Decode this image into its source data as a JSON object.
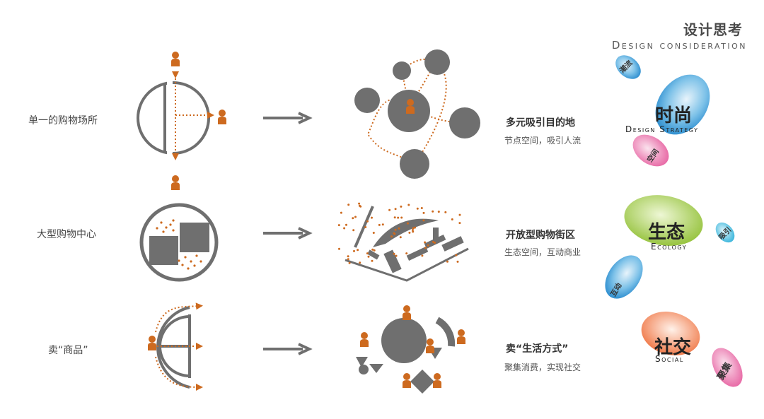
{
  "header": {
    "title_cn": "设计思考",
    "title_en": "Design consideration"
  },
  "rows": [
    {
      "label": "单一的购物场所",
      "desc_title": "多元吸引目的地",
      "desc_sub": "节点空间，吸引人流"
    },
    {
      "label": "大型购物中心",
      "desc_title": "开放型购物街区",
      "desc_sub": "生态空间，互动商业"
    },
    {
      "label": "卖“商品”",
      "desc_title": "卖“生活方式”",
      "desc_sub": "聚集消费，实现社交"
    }
  ],
  "badges": [
    {
      "title": "时尚",
      "en": "Design Strategy",
      "tags": [
        "潮流",
        "空间"
      ]
    },
    {
      "title": "生态",
      "en": "Ecology",
      "tags": [
        "吸引",
        "互动"
      ]
    },
    {
      "title": "社交",
      "en": "Social",
      "tags": [
        "聚集"
      ]
    }
  ],
  "colors": {
    "accent": "#cd6a1f",
    "gray": "#6f6f6f",
    "blue": "#4aa6dd",
    "pink": "#e86aa6",
    "green": "#a8cf52"
  }
}
